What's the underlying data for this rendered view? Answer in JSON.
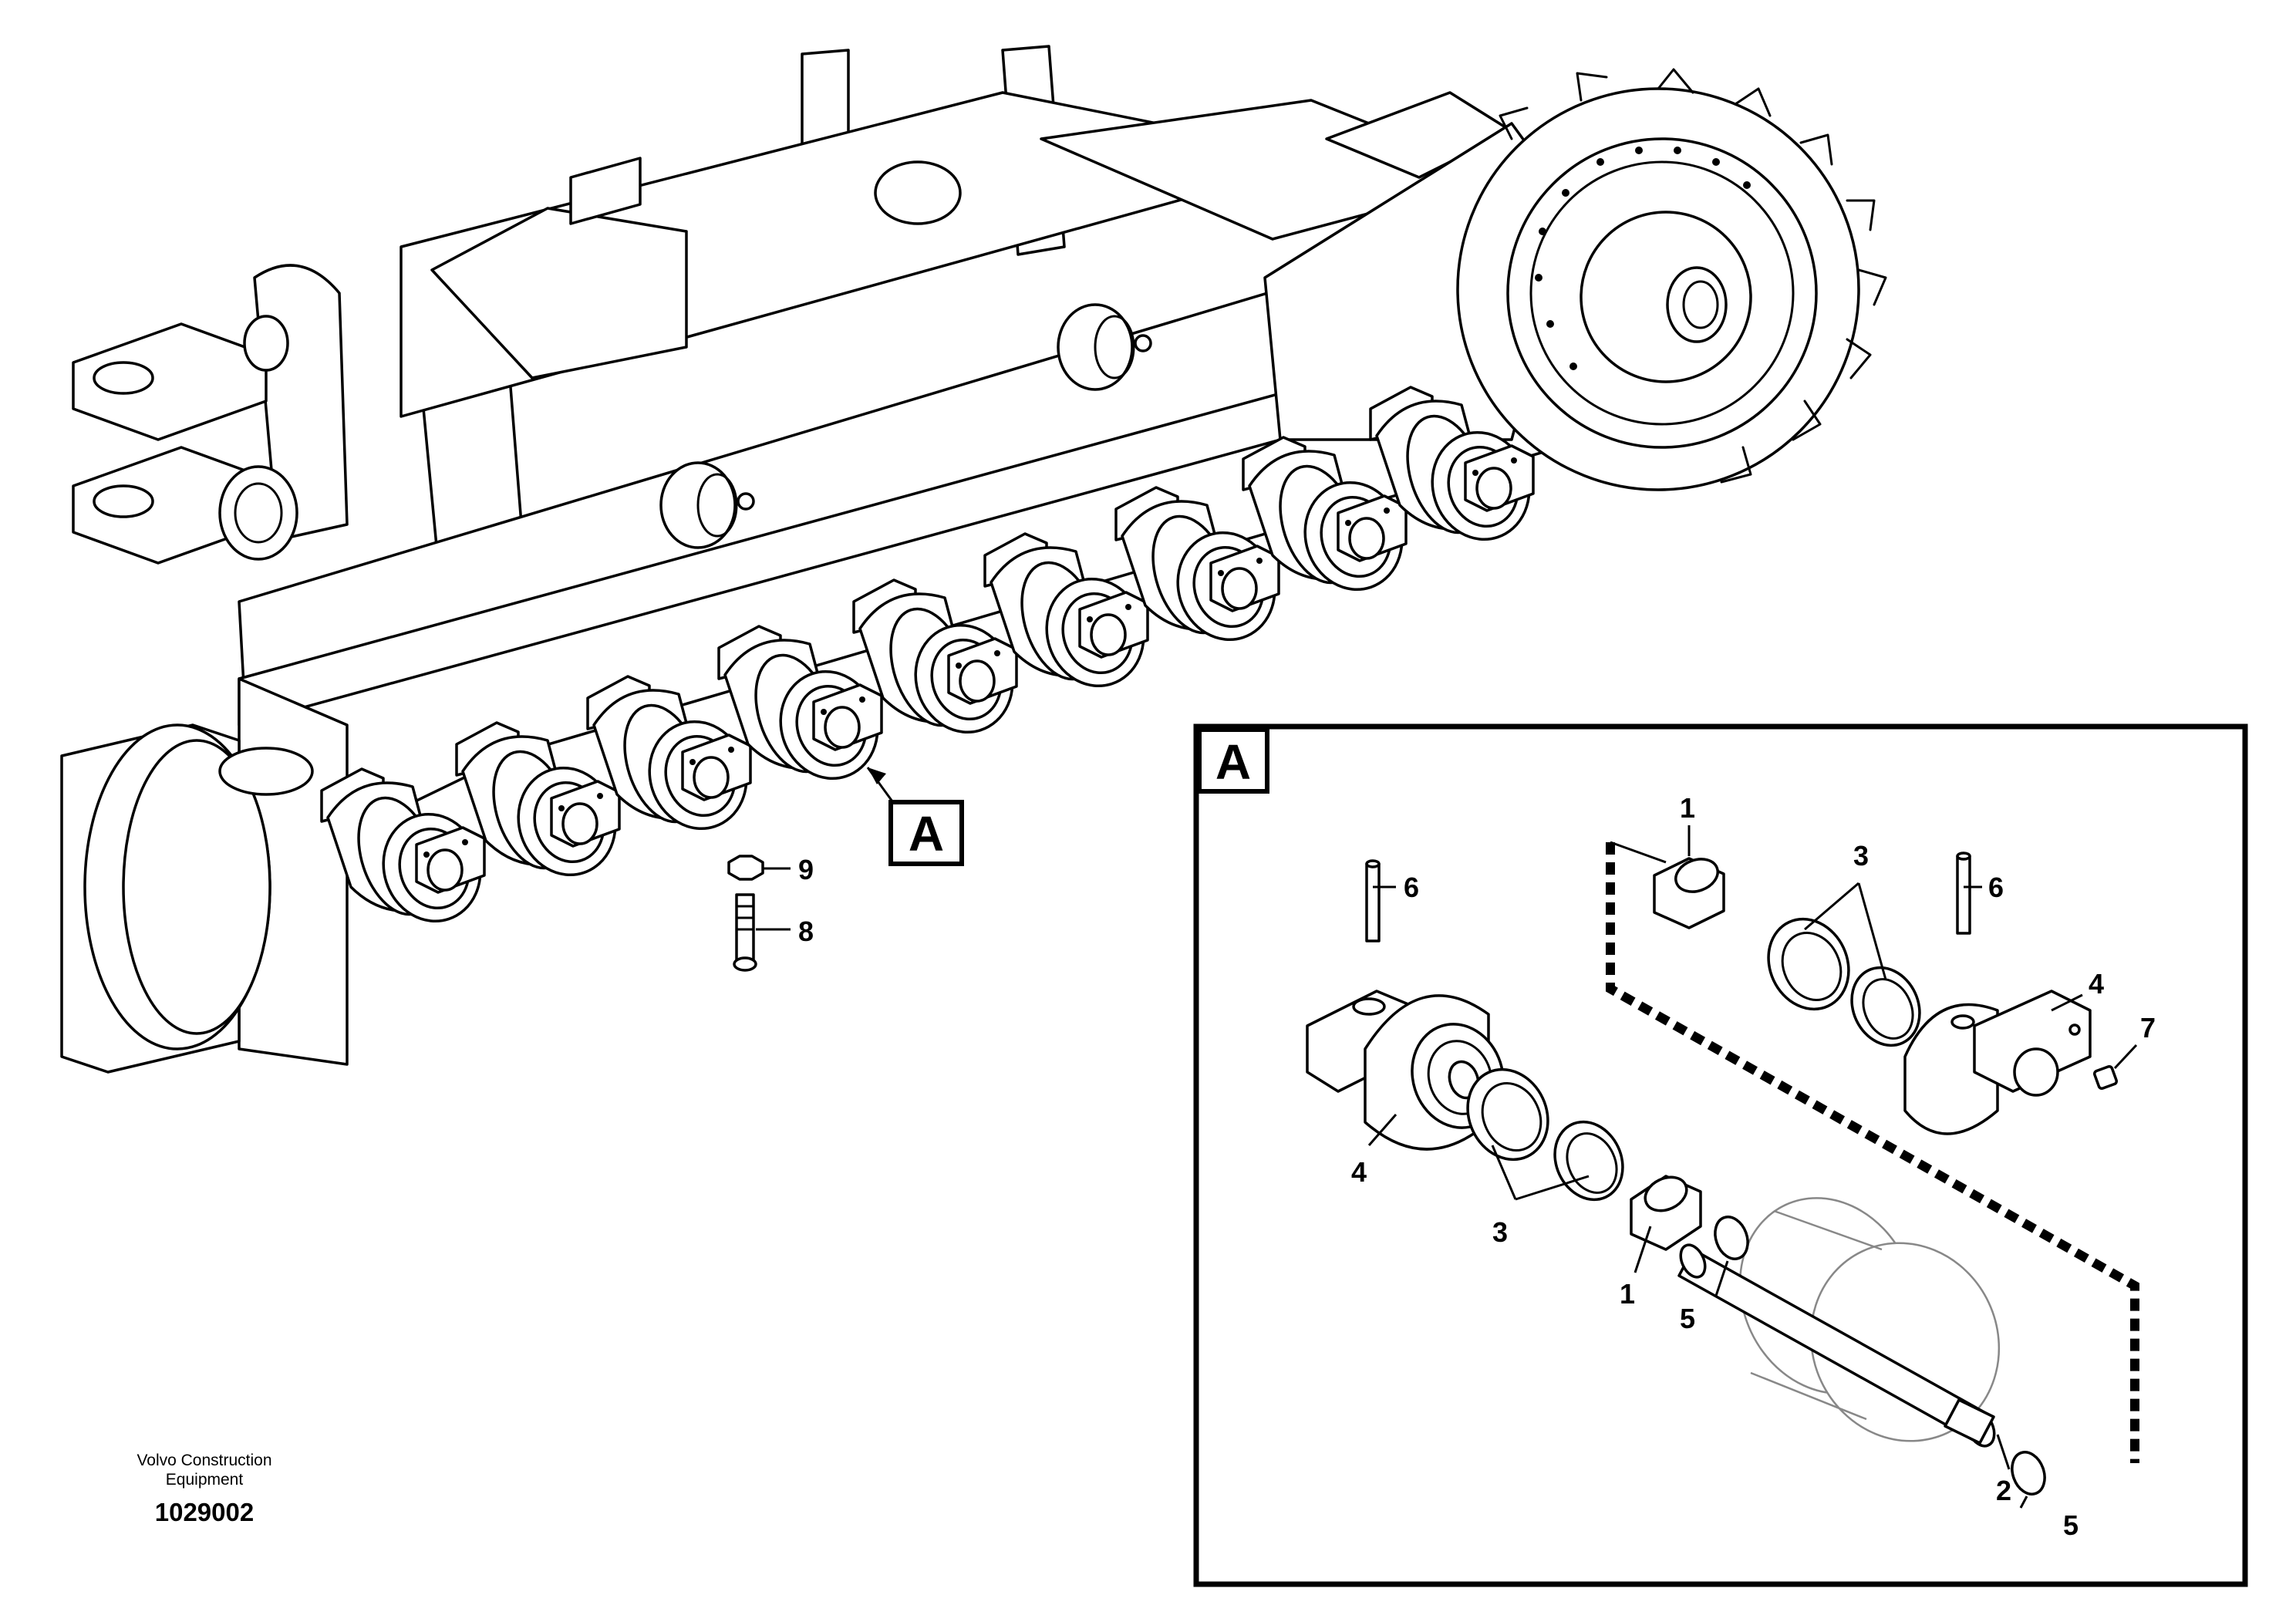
{
  "view_label": "A",
  "main_callouts": {
    "part9": "9",
    "part8": "8"
  },
  "detail": {
    "label": "A",
    "callouts": {
      "c1_top": "1",
      "c3_top": "3",
      "c6_left": "6",
      "c6_right": "6",
      "c4_right": "4",
      "c7": "7",
      "c4_left": "4",
      "c3_bottom": "3",
      "c1_bottom": "1",
      "c5_mid": "5",
      "c2": "2",
      "c5_bottom": "5"
    }
  },
  "footer": {
    "manufacturer_line1": "Volvo Construction",
    "manufacturer_line2": "Equipment",
    "document_number": "1029002"
  }
}
